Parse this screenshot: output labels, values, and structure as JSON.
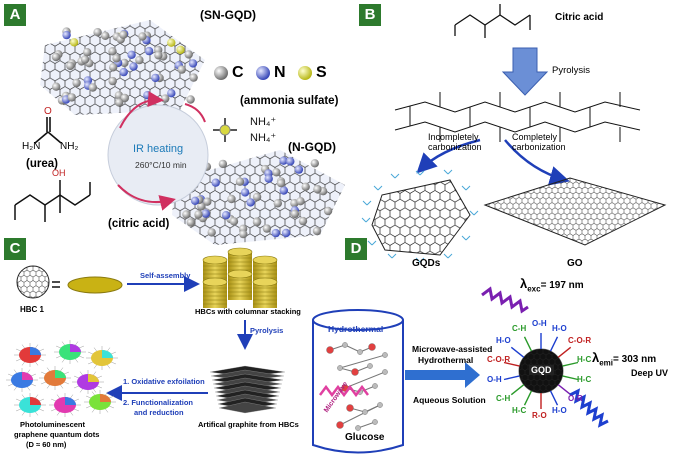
{
  "panels": {
    "a": {
      "letter": "A",
      "sn_gqd": "(SN-GQD)",
      "n_gqd": "(N-GQD)",
      "legend": {
        "c": "C",
        "n": "N",
        "s": "S"
      },
      "ammonia": "(ammonia sulfate)",
      "nh4_1": "NH₄⁺",
      "nh4_2": "NH₄⁺",
      "ir": "IR heating",
      "cond": "260°C/10 min",
      "urea": "(urea)",
      "citric": "(citric acid)",
      "h2n": "H₂N",
      "nh2": "NH₂",
      "o": "O",
      "oh": "OH"
    },
    "b": {
      "letter": "B",
      "citric": "Citric acid",
      "pyrolysis": "Pyrolysis",
      "incomplete1": "Incompletely",
      "incomplete2": "carbonization",
      "complete1": "Completely",
      "complete2": "carbonization",
      "gqds": "GQDs",
      "go": "GO"
    },
    "c": {
      "letter": "C",
      "hbc": "HBC 1",
      "self_assembly": "Self-assembly",
      "columnar": "HBCs with columnar stacking",
      "pyrolysis": "Pyrolysis",
      "exf1": "1. Oxidative exfoilation",
      "exf2": "2. Functionalization",
      "exf3": "and reduction",
      "graphite": "Artifical graphite from HBCs",
      "photo1": "Photoluminescent",
      "photo2": "graphene quantum dots",
      "photo3": "(D ≈ 60 nm)"
    },
    "d": {
      "letter": "D",
      "hydrothermal": "Hydrothermal",
      "microwave": "Microwave",
      "glucose": "Glucose",
      "mw1": "Microwave-assisted",
      "mw2": "Hydrothermal",
      "aqueous": "Aqueous Solution",
      "exc": "λ",
      "exc_sub": "exc",
      "exc_val": "= 197 nm",
      "emi": "λ",
      "emi_sub": "emi",
      "emi_val": "= 303 nm",
      "deep_uv": "Deep UV",
      "gqd": "GQD",
      "groups": [
        "O-H",
        "H-O",
        "C-O-R",
        "H-C",
        "H-C",
        "O-R",
        "H-O",
        "R-O",
        "H-C",
        "C-H",
        "O-H",
        "C-O-R",
        "H-O",
        "C-H"
      ]
    }
  },
  "colors": {
    "panel_green": "#2d7a2d",
    "arrow_blue": "#1f3fb8",
    "carbon": "#8a8a8a",
    "nitrogen": "#5b6ed6",
    "sulfur": "#d8d840",
    "gold": "#c9b214",
    "uv_purple": "#7a1fb0",
    "uv_blue": "#1d3fcf"
  }
}
